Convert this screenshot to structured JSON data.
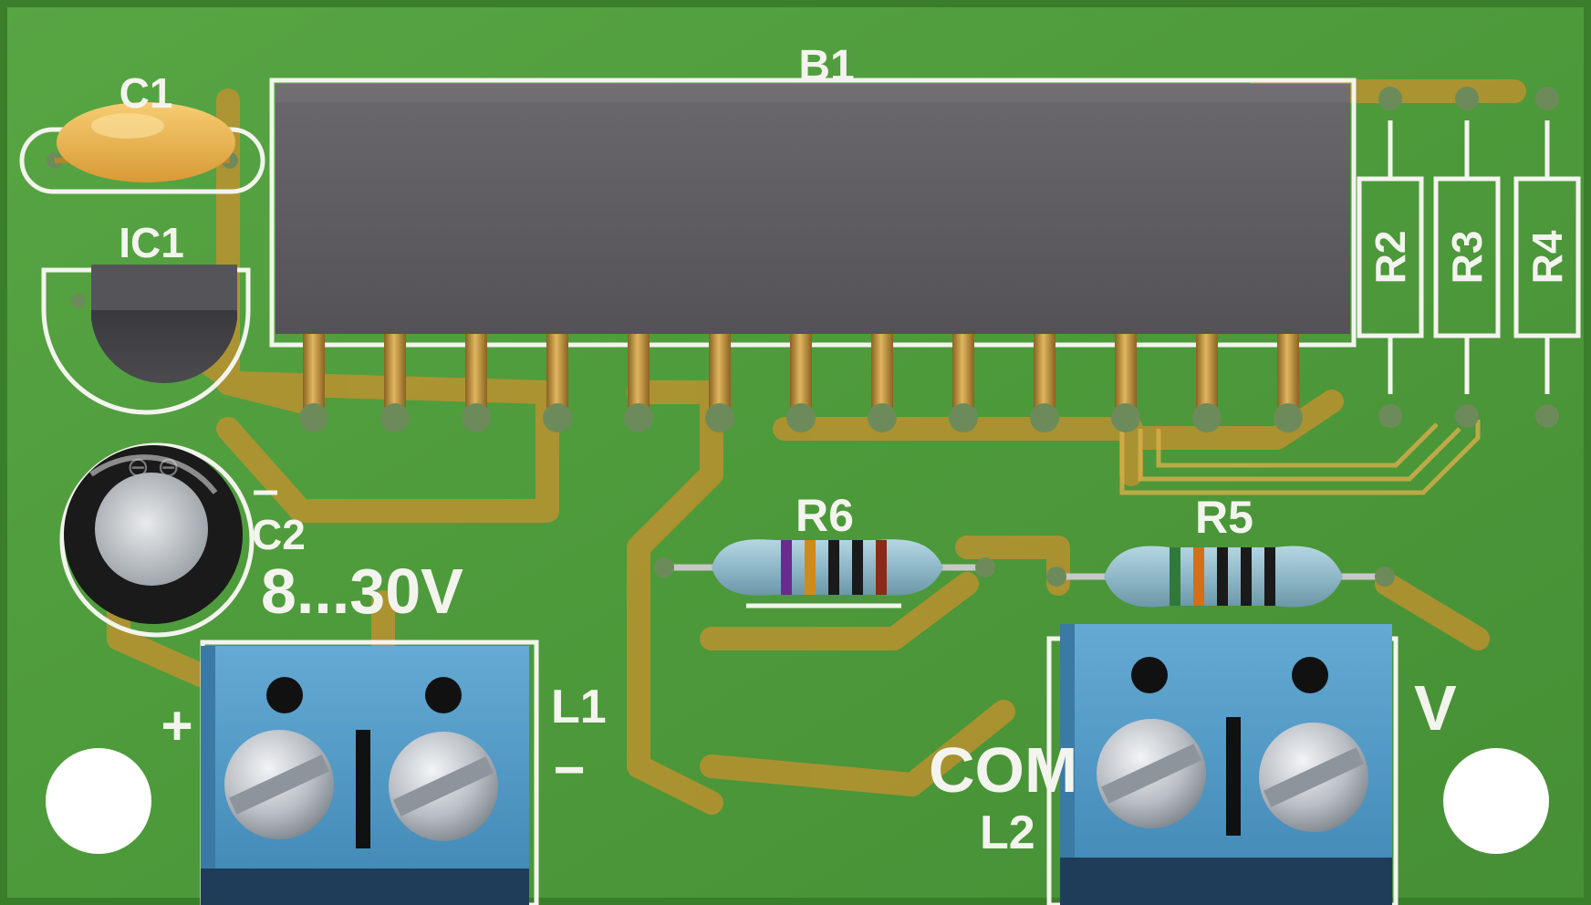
{
  "silkscreen": {
    "b1": "B1",
    "c1": "C1",
    "ic1": "IC1",
    "c2": "C2",
    "r2": "R2",
    "r3": "R3",
    "r4": "R4",
    "r5": "R5",
    "r6": "R6",
    "voltage": "8...30V",
    "plus": "+",
    "minus": "−",
    "l1": "L1",
    "l2": "L2",
    "com": "COM",
    "v": "V"
  },
  "colors": {
    "board": "#4f9a3c",
    "board_dark": "#3f8a2f",
    "trace": "#c9902e",
    "silk": "#f4f4ee",
    "header": "#5c5a5f",
    "pin": "#b8862a",
    "pad": "#6d8b5a",
    "terminal": "#4e98c4",
    "terminal_dark": "#1f3d58",
    "screw": "#c8ccd0",
    "capacitor_c1": "#e9b04a",
    "resistor_body": "#8fb8c8",
    "ic_body": "#3e3e42",
    "electrolytic": "#1a1a1a"
  },
  "resistor_bands": {
    "r6": [
      "#6a2b8e",
      "#d08a1a",
      "#1a1a1a",
      "#1a1a1a",
      "#8b2a1a"
    ],
    "r5": [
      "#2f7a3a",
      "#d0701a",
      "#1a1a1a",
      "#1a1a1a",
      "#1a1a1a"
    ]
  }
}
